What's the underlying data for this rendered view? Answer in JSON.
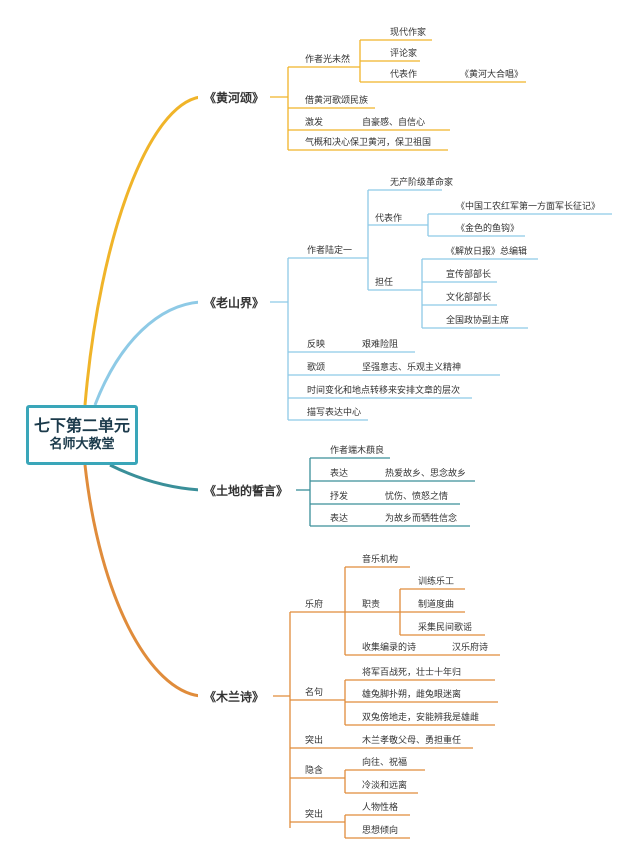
{
  "root": {
    "line1": "七下第二单元",
    "line2": "名师大教堂"
  },
  "branches": {
    "huanghe": {
      "title": "《黄河颂》",
      "author": "作者光未然",
      "author_items": [
        "现代作家",
        "评论家",
        "代表作"
      ],
      "masterpiece": "《黄河大合唱》",
      "praise": "借黄河歌颂民族",
      "stir": "激发",
      "stir_value": "自豪感、自信心",
      "resolve": "气概和决心保卫黄河，保卫祖国"
    },
    "laoshanjie": {
      "title": "《老山界》",
      "author": "作者陆定一",
      "identity": "无产阶级革命家",
      "works_label": "代表作",
      "works": [
        "《中国工农红军第一方面军长征记》",
        "《金色的鱼钩》"
      ],
      "posts_label": "担任",
      "posts": [
        "《解放日报》总编辑",
        "宣传部部长",
        "文化部部长",
        "全国政协副主席"
      ],
      "reflect": "反映",
      "reflect_value": "艰难险阻",
      "praise": "歌颂",
      "praise_value": "坚强意志、乐观主义精神",
      "order": "时间变化和地点转移来安排文章的层次",
      "center": "描写表达中心"
    },
    "tudi": {
      "title": "《土地的誓言》",
      "author": "作者端木蕻良",
      "express1": "表达",
      "express1_value": "热爱故乡、思念故乡",
      "pour": "抒发",
      "pour_value": "忧伤、愤怒之情",
      "express2": "表达",
      "express2_value": "为故乡而牺牲信念"
    },
    "mulan": {
      "title": "《木兰诗》",
      "yuefu": "乐府",
      "music": "音乐机构",
      "duty_label": "职责",
      "duties": [
        "训练乐工",
        "制道度曲",
        "采集民间歌谣"
      ],
      "collect": "收集编录的诗",
      "collect_value": "汉乐府诗",
      "quote_label": "名句",
      "quotes": [
        "将军百战死，壮士十年归",
        "雄兔脚扑朔，雌兔眼迷离",
        "双兔傍地走，安能辨我是雄雌"
      ],
      "highlight1": "突出",
      "highlight1_value": "木兰孝敬父母、勇担重任",
      "implied": "隐含",
      "implied_values": [
        "向往、祝福",
        "冷淡和远离"
      ],
      "highlight2": "突出",
      "highlight2_values": [
        "人物性格",
        "思想倾向"
      ]
    }
  },
  "colors": {
    "huanghe": "#f0b429",
    "laoshanjie": "#8ecae6",
    "tudi": "#3a8f99",
    "mulan": "#e08c3b",
    "root_border": "#3aa6b9"
  }
}
